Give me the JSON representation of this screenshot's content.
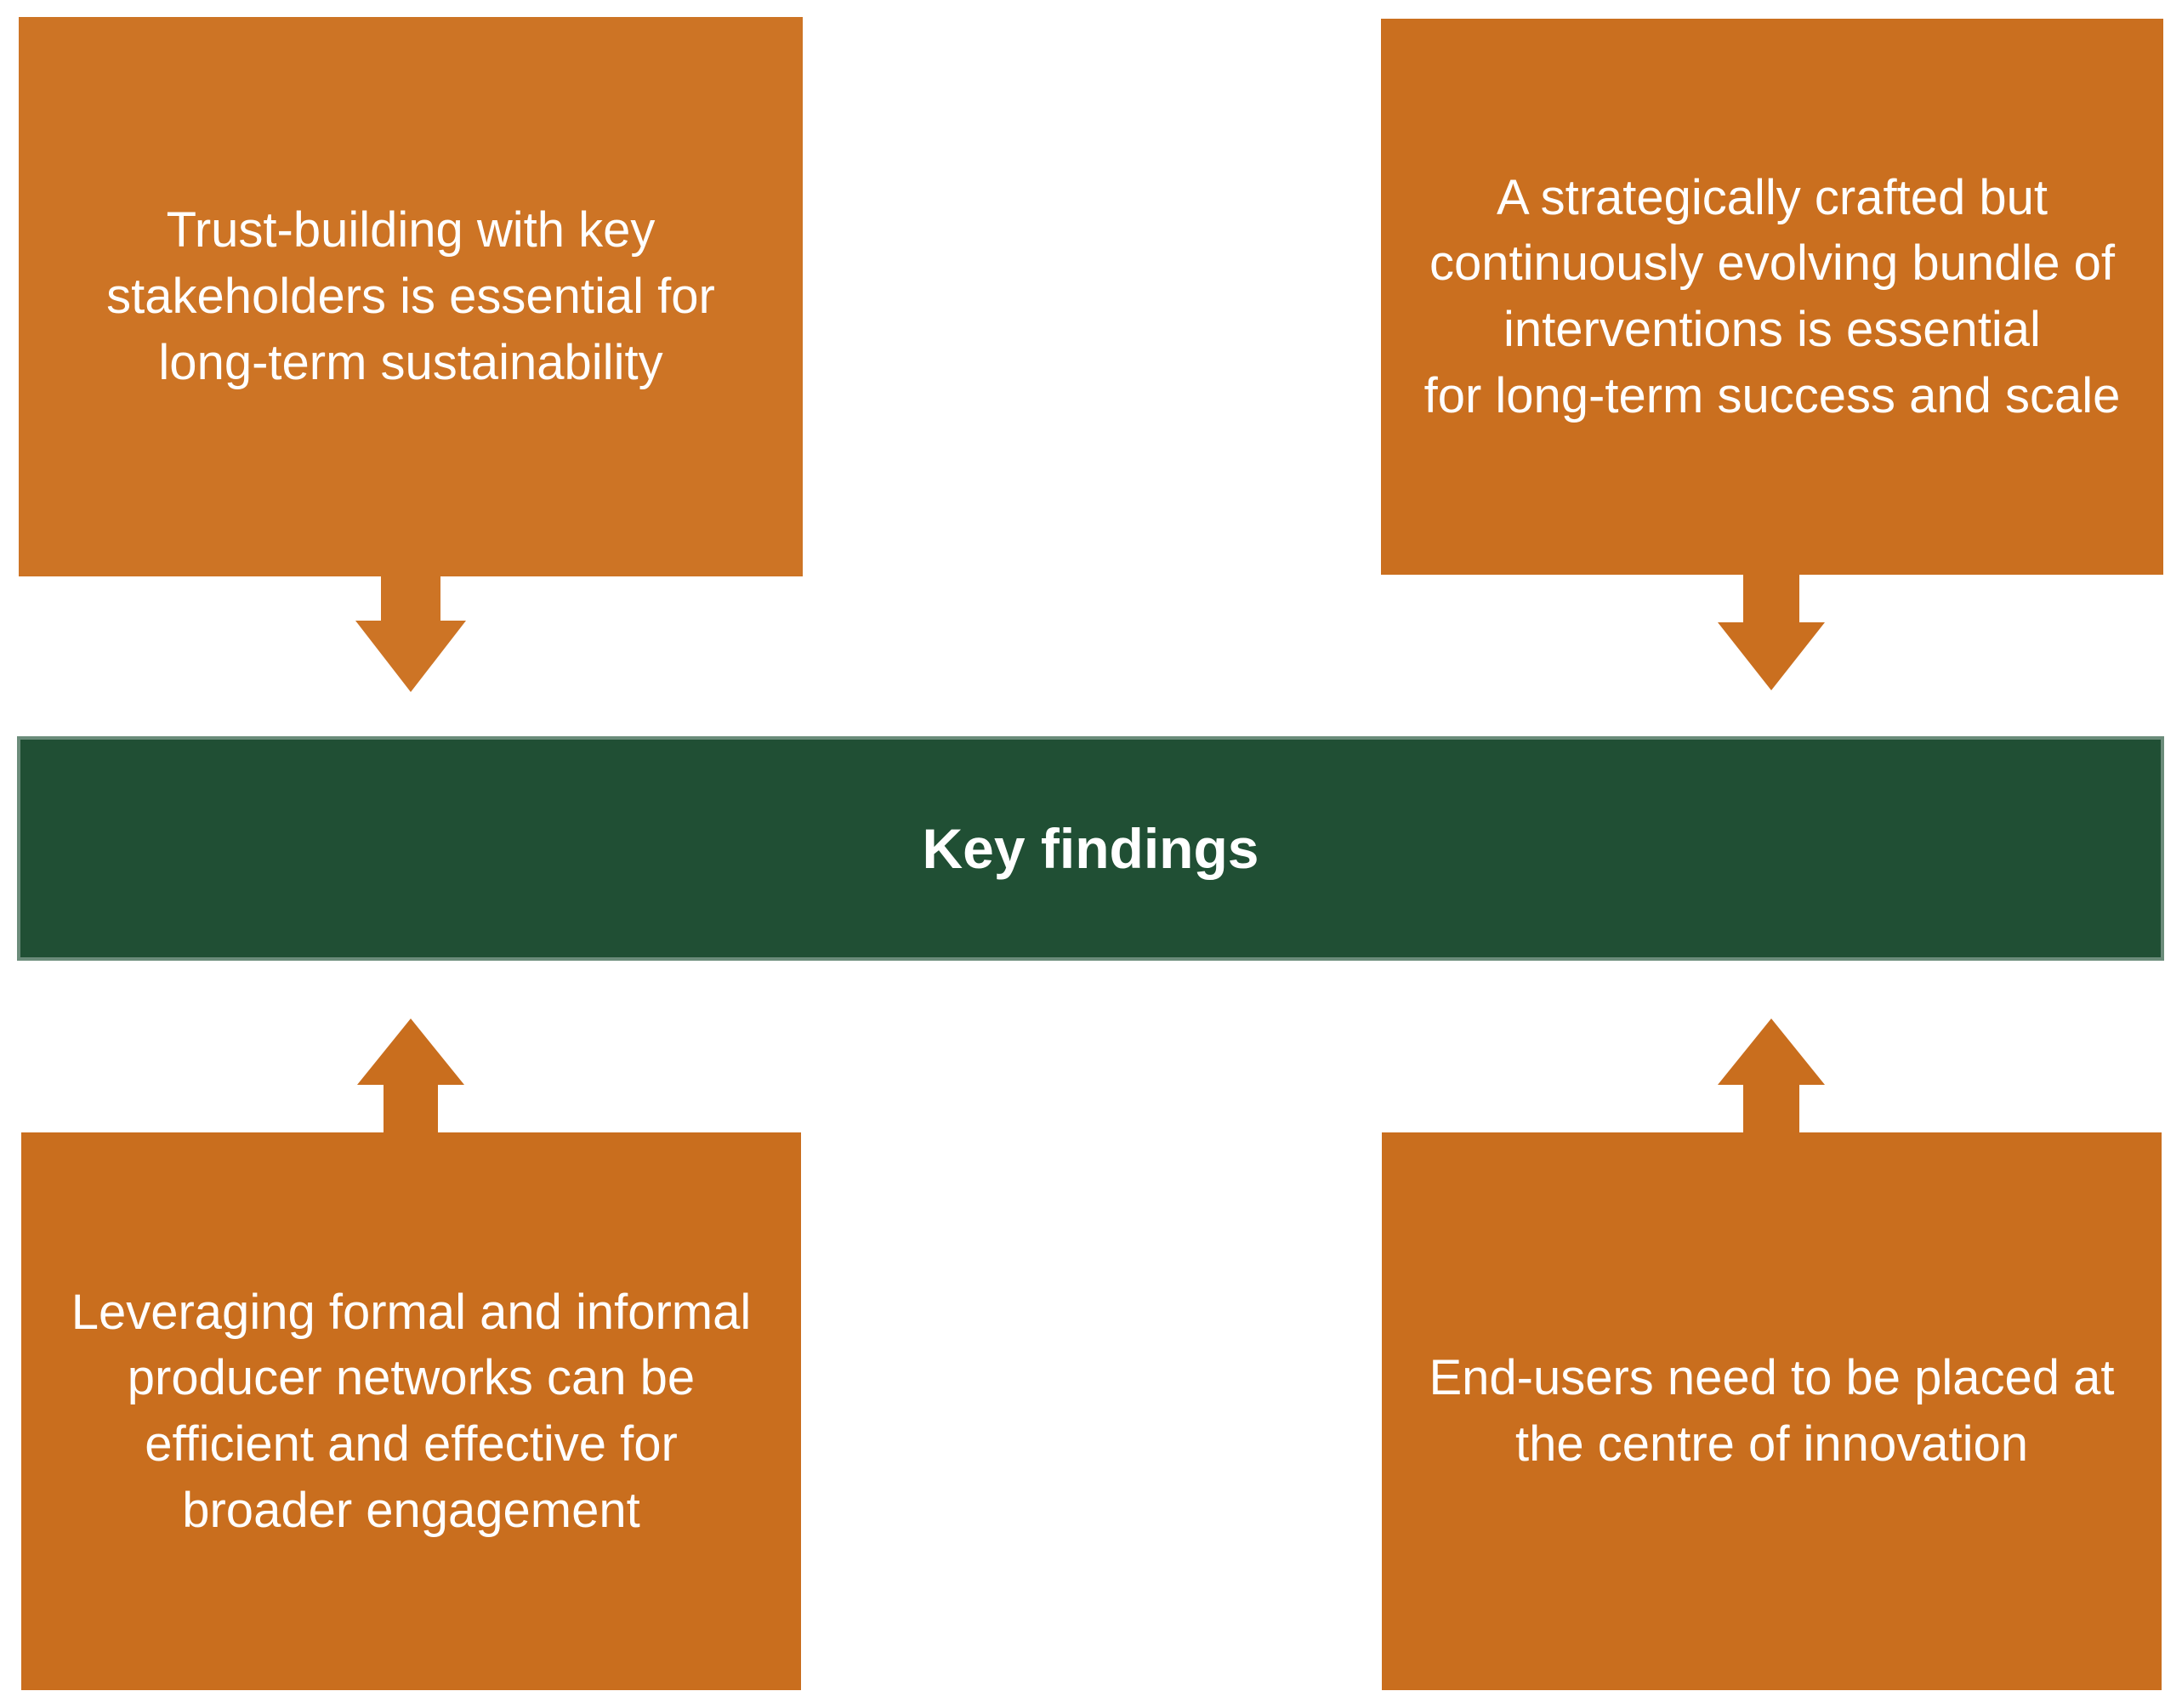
{
  "diagram": {
    "center": {
      "label": "Key findings",
      "color": "#204f34"
    },
    "box_color": "#ca6f1f",
    "text_color": "#ffffff",
    "boxes": {
      "top_left": {
        "text": "Trust-building with key\nstakeholders is essential for\nlong-term sustainability"
      },
      "top_right": {
        "text": "A strategically crafted but\ncontinuously evolving bundle of\ninterventions is essential\nfor long-term success and scale"
      },
      "bottom_left": {
        "text": "Leveraging formal and informal\nproducer networks can be\nefficient and effective for\nbroader engagement"
      },
      "bottom_right": {
        "text": "End-users need to be placed at\nthe centre of innovation"
      }
    },
    "arrows": [
      {
        "from": "top_left",
        "to": "center",
        "direction": "down"
      },
      {
        "from": "top_right",
        "to": "center",
        "direction": "down"
      },
      {
        "from": "bottom_left",
        "to": "center",
        "direction": "up"
      },
      {
        "from": "bottom_right",
        "to": "center",
        "direction": "up"
      }
    ]
  }
}
